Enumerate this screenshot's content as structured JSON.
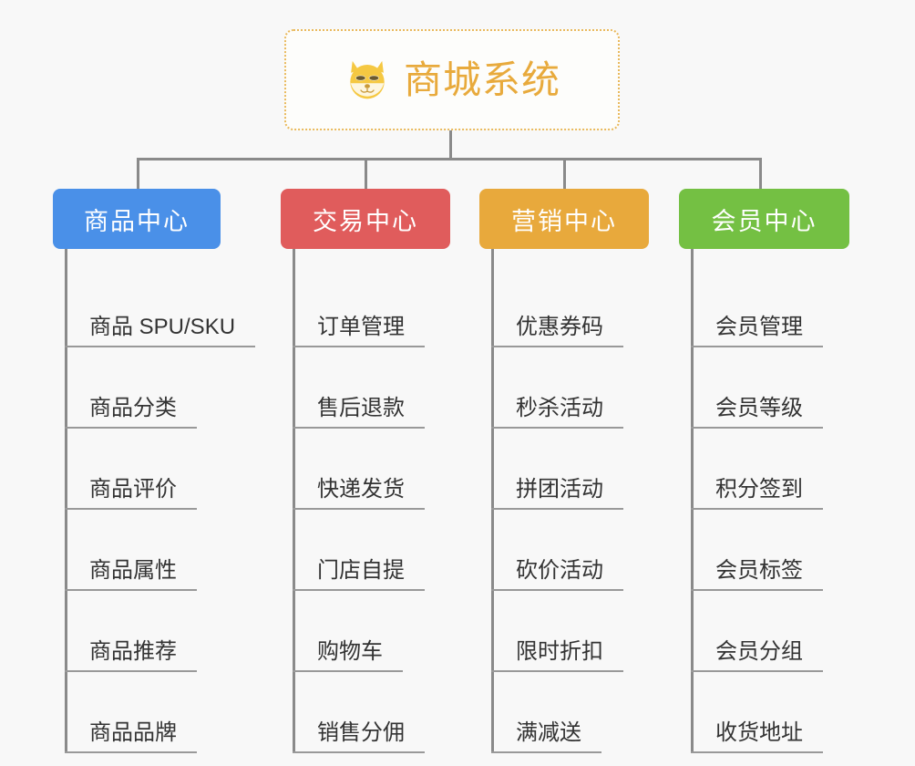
{
  "page": {
    "background_color": "#f8f8f8",
    "type": "mindmap-tree"
  },
  "root": {
    "title": "商城系统",
    "icon": "shiba-dog-face-icon",
    "title_color": "#e8aa3c",
    "border_color": "#e9b95c"
  },
  "connector": {
    "color": "#8a8a8a"
  },
  "columns": [
    {
      "category": "商品中心",
      "color": "#4a90e8",
      "items": [
        "商品 SPU/SKU",
        "商品分类",
        "商品评价",
        "商品属性",
        "商品推荐",
        "商品品牌"
      ]
    },
    {
      "category": "交易中心",
      "color": "#e05c5c",
      "items": [
        "订单管理",
        "售后退款",
        "快递发货",
        "门店自提",
        "购物车",
        "销售分佣"
      ]
    },
    {
      "category": "营销中心",
      "color": "#e8a93c",
      "items": [
        "优惠券码",
        "秒杀活动",
        "拼团活动",
        "砍价活动",
        "限时折扣",
        "满减送"
      ]
    },
    {
      "category": "会员中心",
      "color": "#74c043",
      "items": [
        "会员管理",
        "会员等级",
        "积分签到",
        "会员标签",
        "会员分组",
        "收货地址"
      ]
    }
  ]
}
